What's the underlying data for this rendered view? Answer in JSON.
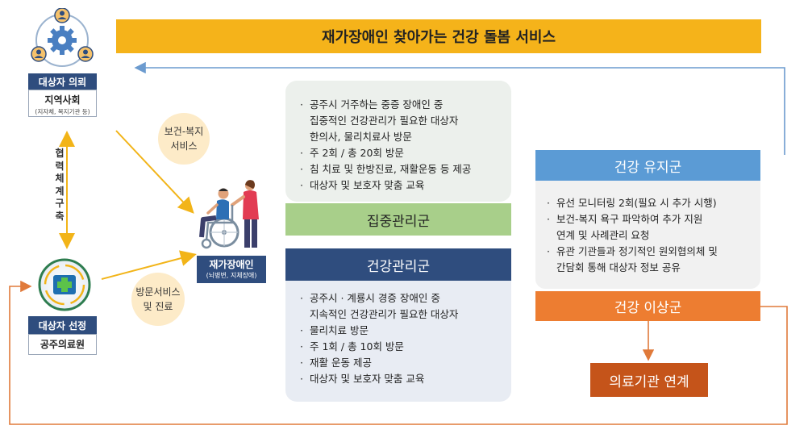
{
  "title": "재가장애인 찾아가는 건강 돌봄 서비스",
  "left": {
    "community_label": "대상자 의뢰",
    "community_name": "지역사회",
    "community_sub": "(지자체, 복지기관 등)",
    "cooperation": [
      "협",
      "력",
      "체",
      "계",
      "구",
      "축"
    ],
    "hospital_label": "대상자 선정",
    "hospital_name": "공주의료원"
  },
  "bubbles": {
    "health_welfare": "보건-복지\n서비스",
    "visit_treatment": "방문서비스\n및 진료"
  },
  "center": {
    "disabled_label": "재가장애인",
    "disabled_sub": "(뇌병변, 지체장애)"
  },
  "intensive": {
    "header": "집중관리군",
    "items": [
      "공주시 거주하는 중증 장애인 중\n집중적인 건강관리가 필요한 대상자\n한의사, 물리치료사 방문",
      "주 2회 / 총 20회 방문",
      "침 치료 및 한방진료, 재활운동 등 제공",
      "대상자 및 보호자 맞춤 교육"
    ]
  },
  "health_mgmt": {
    "header": "건강관리군",
    "items": [
      "공주시 · 계룡시 경증 장애인 중\n지속적인 건강관리가 필요한 대상자",
      "물리치료 방문",
      "주 1회 / 총 10회 방문",
      "재활 운동 제공",
      "대상자 및 보호자 맞춤 교육"
    ]
  },
  "maintain": {
    "header": "건강 유지군",
    "items": [
      "유선 모니터링 2회(필요 시 추가 시행)",
      "보건-복지 욕구 파악하여 추가 지원\n연계 및 사례관리 요청",
      "유관 기관들과 정기적인 원외협의체 및\n간담회 통해 대상자 정보 공유"
    ]
  },
  "abnormal": {
    "header": "건강 이상군"
  },
  "medical_link": {
    "label": "의료기관 연계"
  },
  "colors": {
    "title_bg": "#F5B31A",
    "navy": "#2F4D7E",
    "green_header": "#A8CF8A",
    "blue_header": "#5B9BD5",
    "orange_header": "#ED7D31",
    "medical_link_bg": "#C5541A",
    "connector_blue": "#6C9BCF",
    "connector_orange": "#E07A3A",
    "connector_yellow": "#F2B418"
  },
  "icons": {
    "community": "people-network-gear-icon",
    "hospital": "hospital-logo-icon",
    "disabled": "wheelchair-caregiver-icon"
  }
}
